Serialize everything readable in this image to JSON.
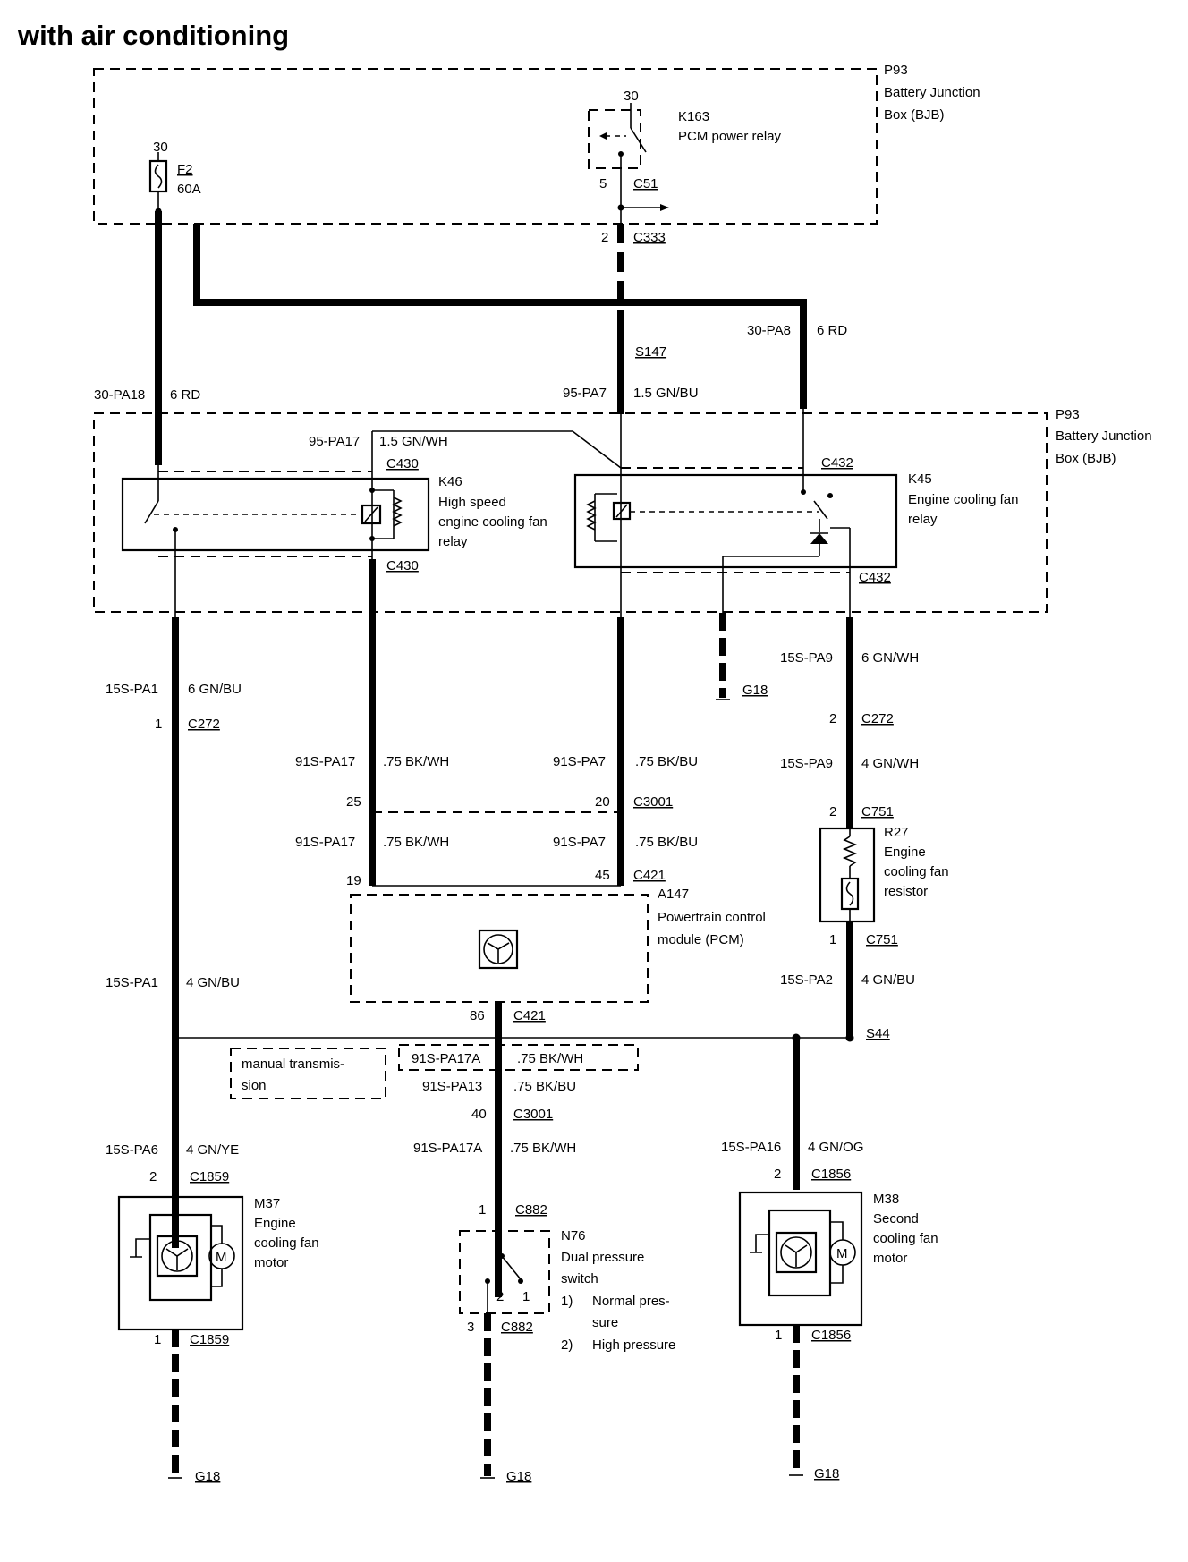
{
  "title": "with air conditioning",
  "bjb_top": {
    "id": "P93",
    "name_line1": "Battery Junction",
    "name_line2": "Box (BJB)"
  },
  "bjb_mid": {
    "id": "P93",
    "name_line1": "Battery Junction",
    "name_line2": "Box (BJB)"
  },
  "fuse": {
    "pin": "30",
    "id": "F2",
    "rating": "60A"
  },
  "k163": {
    "pin_top": "30",
    "id": "K163",
    "name": "PCM power relay",
    "pin_out": "5",
    "connector": "C51"
  },
  "c333": {
    "pin": "2",
    "id": "C333"
  },
  "s147": "S147",
  "wires": {
    "w30pa8": {
      "circuit": "30-PA8",
      "spec": "6 RD"
    },
    "w30pa18": {
      "circuit": "30-PA18",
      "spec": "6 RD"
    },
    "w95pa7": {
      "circuit": "95-PA7",
      "spec": "1.5 GN/BU"
    },
    "w95pa17": {
      "circuit": "95-PA17",
      "spec": "1.5 GN/WH"
    },
    "w15spa1_a": {
      "circuit": "15S-PA1",
      "spec": "6 GN/BU"
    },
    "w15spa9_a": {
      "circuit": "15S-PA9",
      "spec": "6 GN/WH"
    },
    "w15spa9_b": {
      "circuit": "15S-PA9",
      "spec": "4 GN/WH"
    },
    "w91spa17_a": {
      "circuit": "91S-PA17",
      "spec": ".75 BK/WH"
    },
    "w91spa7_a": {
      "circuit": "91S-PA7",
      "spec": ".75 BK/BU"
    },
    "w91spa17_b": {
      "circuit": "91S-PA17",
      "spec": ".75 BK/WH"
    },
    "w91spa7_b": {
      "circuit": "91S-PA7",
      "spec": ".75 BK/BU"
    },
    "w15spa1_b": {
      "circuit": "15S-PA1",
      "spec": "4 GN/BU"
    },
    "w15spa2": {
      "circuit": "15S-PA2",
      "spec": "4 GN/BU"
    },
    "w91spa17a_box": {
      "circuit": "91S-PA17A",
      "spec": ".75 BK/WH"
    },
    "w91spa13": {
      "circuit": "91S-PA13",
      "spec": ".75 BK/BU"
    },
    "w91spa17a": {
      "circuit": "91S-PA17A",
      "spec": ".75 BK/WH"
    },
    "w15spa6": {
      "circuit": "15S-PA6",
      "spec": "4 GN/YE"
    },
    "w15spa16": {
      "circuit": "15S-PA16",
      "spec": "4 GN/OG"
    }
  },
  "k46": {
    "id": "K46",
    "line1": "High speed",
    "line2": "engine cooling fan",
    "line3": "relay",
    "conn_top": "C430",
    "conn_bot": "C430"
  },
  "k45": {
    "id": "K45",
    "line1": "Engine cooling fan",
    "line2": "relay",
    "conn_top": "C432",
    "conn_bot": "C432"
  },
  "g18_k45": "G18",
  "c272_left": {
    "pin": "1",
    "id": "C272"
  },
  "c272_right": {
    "pin": "2",
    "id": "C272"
  },
  "c3001_top": {
    "pin_left": "25",
    "pin_right": "20",
    "id": "C3001"
  },
  "c751_top": {
    "pin": "2",
    "id": "C751"
  },
  "r27": {
    "id": "R27",
    "line1": "Engine",
    "line2": "cooling fan",
    "line3": "resistor"
  },
  "c751_bot": {
    "pin": "1",
    "id": "C751"
  },
  "c421_top": {
    "pin_left": "19",
    "pin_right": "45",
    "id": "C421"
  },
  "pcm": {
    "id": "A147",
    "line1": "Powertrain control",
    "line2": "module (PCM)"
  },
  "c421_bot": {
    "pin": "86",
    "id": "C421"
  },
  "s44": "S44",
  "manual_note": {
    "line1": "manual transmis-",
    "line2": "sion"
  },
  "c3001_bot": {
    "pin": "40",
    "id": "C3001"
  },
  "m37": {
    "id": "M37",
    "line1": "Engine",
    "line2": "cooling fan",
    "line3": "motor",
    "pin_top": "2",
    "conn_top": "C1859",
    "pin_bot": "1",
    "conn_bot": "C1859",
    "motor_symbol": "M"
  },
  "n76": {
    "id": "N76",
    "line1": "Dual pressure",
    "line2": "switch",
    "opt1_num": "1)",
    "opt1_line1": "Normal pres-",
    "opt1_line2": "sure",
    "opt2_num": "2)",
    "opt2_line1": "High pressure",
    "pin_top": "1",
    "conn_top": "C882",
    "pin_bot": "3",
    "conn_bot": "C882",
    "contact_2": "2",
    "contact_1": "1"
  },
  "m38": {
    "id": "M38",
    "line1": "Second",
    "line2": "cooling fan",
    "line3": "motor",
    "pin_top": "2",
    "conn_top": "C1856",
    "pin_bot": "1",
    "conn_bot": "C1856",
    "motor_symbol": "M"
  },
  "ground_left": "G18",
  "ground_mid": "G18",
  "ground_right": "G18"
}
